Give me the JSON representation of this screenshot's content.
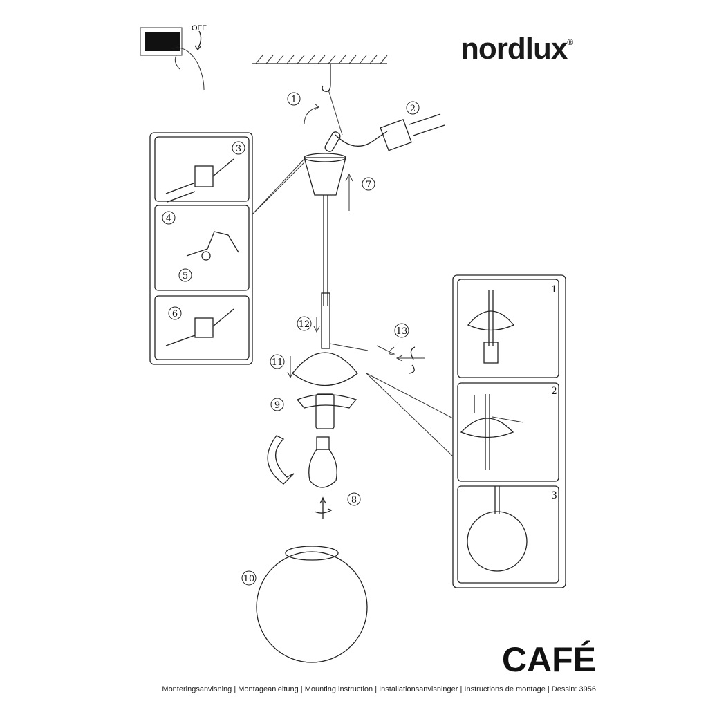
{
  "brand": {
    "name": "nordlux",
    "registered": "®"
  },
  "product": {
    "name": "CAFÉ"
  },
  "switch_illustration": {
    "label": "OFF"
  },
  "steps": [
    "1",
    "2",
    "3",
    "4",
    "5",
    "6",
    "7",
    "8",
    "9",
    "10",
    "11",
    "12",
    "13"
  ],
  "detail_panel": {
    "steps": [
      "1",
      "2",
      "3"
    ]
  },
  "footer": {
    "text": "Monteringsanvisning | Montageanleitung | Mounting instruction | Installationsanvisninger | Instructions de montage | Dessin: 3956"
  }
}
